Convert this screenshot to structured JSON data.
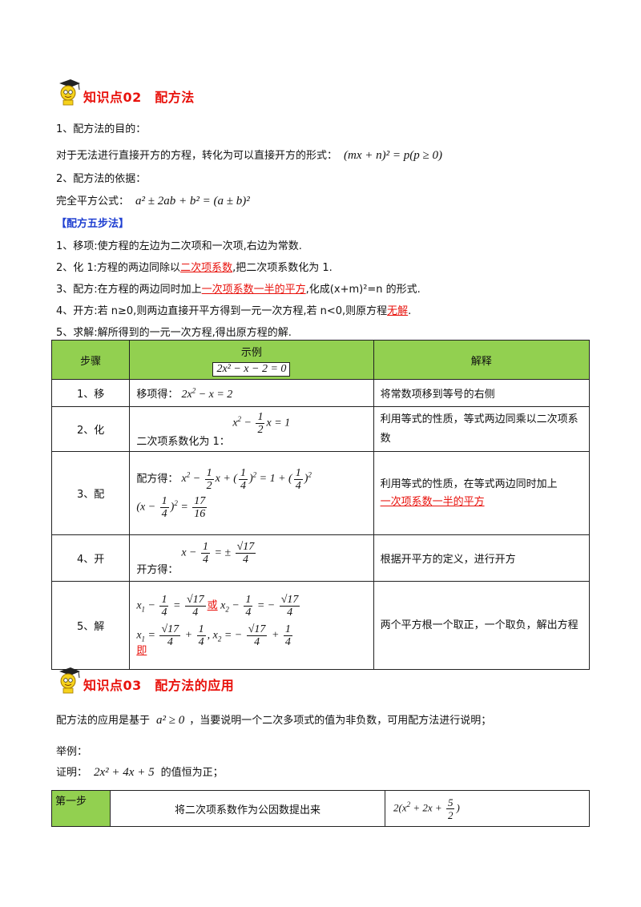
{
  "section2": {
    "title": "知识点02　配方法",
    "purpose_label": "1、配方法的目的：",
    "purpose_text": "对于无法进行直接开方的方程，转化为可以直接开方的形式：",
    "purpose_formula": "(mx + n)² = p(p ≥ 0)",
    "basis_label": "2、配方法的依据：",
    "basis_text": "完全平方公式：",
    "basis_formula": "a² ± 2ab + b² = (a ± b)²",
    "five_steps_title": "【配方五步法】",
    "step1": "1、移项:使方程的左边为二次项和一次项,右边为常数.",
    "step2_pre": "2、化 1:方程的两边同除以",
    "step2_red": "二次项系数",
    "step2_post": ",把二次项系数化为 1.",
    "step3_pre": "3、配方:在方程的两边同时加上",
    "step3_red": "一次项系数一半的平方",
    "step3_post": ",化成(x+m)²=n 的形式.",
    "step4_pre": "4、开方:若 n≥0,则两边直接开平方得到一元一次方程,若 n<0,则原方程",
    "step4_red": "无解",
    "step4_post": ".",
    "step5": "5、求解:解所得到的一元一次方程,得出原方程的解."
  },
  "table": {
    "headers": [
      "步骤",
      "示例",
      "解释"
    ],
    "example_formula": "2x² − x − 2 = 0",
    "rows": [
      {
        "step": "1、移",
        "label": "移项得：",
        "explain": "将常数项移到等号的右侧"
      },
      {
        "step": "2、化",
        "label": "二次项系数化为 1：",
        "explain": "利用等式的性质，等式两边同乘以二次项系数"
      },
      {
        "step": "3、配",
        "label": "配方得：",
        "explain_pre": "利用等式的性质，在等式两边同时加上",
        "explain_red": "一次项系数一半的平方"
      },
      {
        "step": "4、开",
        "label": "开方得：",
        "explain": "根据开平方的定义，进行开方"
      },
      {
        "step": "5、解",
        "or_label": "或",
        "then_label": "即",
        "explain": "两个平方根一个取正，一个取负，解出方程"
      }
    ]
  },
  "section3": {
    "title": "知识点03　配方法的应用",
    "intro_pre": "配方法的应用是基于",
    "intro_formula": "a² ≥ 0",
    "intro_post": "，当要说明一个二次多项式的值为非负数，可用配方法进行说明；",
    "example_label": "举例：",
    "proof_pre": "证明：",
    "proof_formula": "2x² + 4x + 5",
    "proof_post": "的值恒为正；",
    "app_step": "第一步",
    "app_desc": "将二次项系数作为公因数提出来"
  },
  "colors": {
    "accent_red": "#e8120c",
    "title_blue": "#1f3fd1",
    "header_green": "#92d050"
  }
}
